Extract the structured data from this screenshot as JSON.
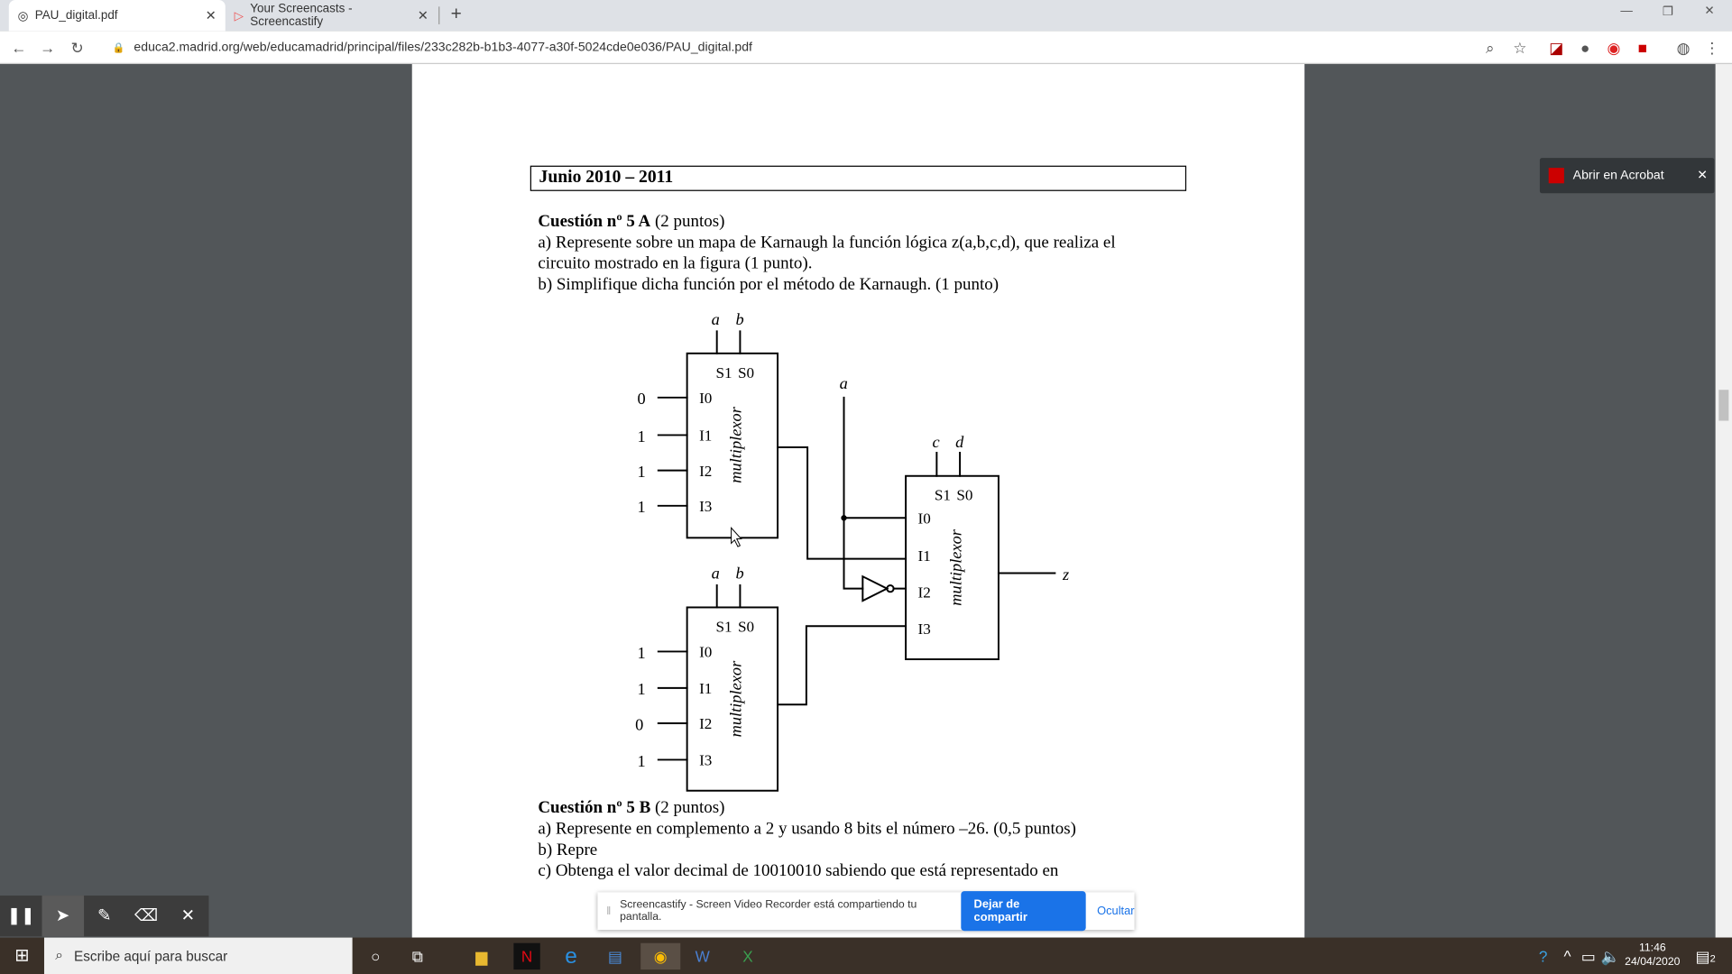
{
  "browser": {
    "tabs": [
      {
        "title": "PAU_digital.pdf",
        "active": true
      },
      {
        "title": "Your Screencasts - Screencastify",
        "active": false
      }
    ],
    "new_tab": "+",
    "url": "educa2.madrid.org/web/educamadrid/principal/files/233c282b-b1b3-4077-a30f-5024cde0e036/PAU_digital.pdf"
  },
  "acrobat_popup": {
    "label": "Abrir en Acrobat"
  },
  "document": {
    "header": "Junio 2010 – 2011",
    "q5a": {
      "title_bold": "Cuestión nº 5 A",
      "title_rest": " (2 puntos)",
      "line_a1": "a) Represente sobre un mapa de Karnaugh la función lógica  z(a,b,c,d), que realiza el",
      "line_a2": "circuito mostrado en la figura (1 punto).",
      "line_b": "b) Simplifique dicha función por el método de Karnaugh. (1 punto)"
    },
    "diagram": {
      "mux_label": "multiplexor",
      "sel_labels": [
        "S1",
        "S0"
      ],
      "mux1": {
        "selects": [
          "a",
          "b"
        ],
        "inputs": [
          "0",
          "1",
          "1",
          "1"
        ]
      },
      "mux2": {
        "selects": [
          "a",
          "b"
        ],
        "inputs": [
          "1",
          "1",
          "0",
          "1"
        ]
      },
      "mux3": {
        "selects": [
          "c",
          "d"
        ],
        "data_input": "a"
      },
      "output": "z",
      "input_labels": [
        "I0",
        "I1",
        "I2",
        "I3"
      ]
    },
    "q5b": {
      "title_bold": "Cuestión nº 5 B",
      "title_rest": " (2 puntos)",
      "line_a": "a) Represente en complemento a 2 y usando 8 bits el número –26. (0,5 puntos)",
      "line_b": "b) Repre",
      "line_c": "c) Obtenga el valor decimal de 10010010 sabiendo que está representado en"
    }
  },
  "screencastify": {
    "message": "Screencastify - Screen Video Recorder está compartiendo tu pantalla.",
    "stop": "Dejar de compartir",
    "hide": "Ocultar"
  },
  "taskbar": {
    "search_placeholder": "Escribe aquí para buscar",
    "time": "11:46",
    "date": "24/04/2020",
    "notifications": "2"
  }
}
